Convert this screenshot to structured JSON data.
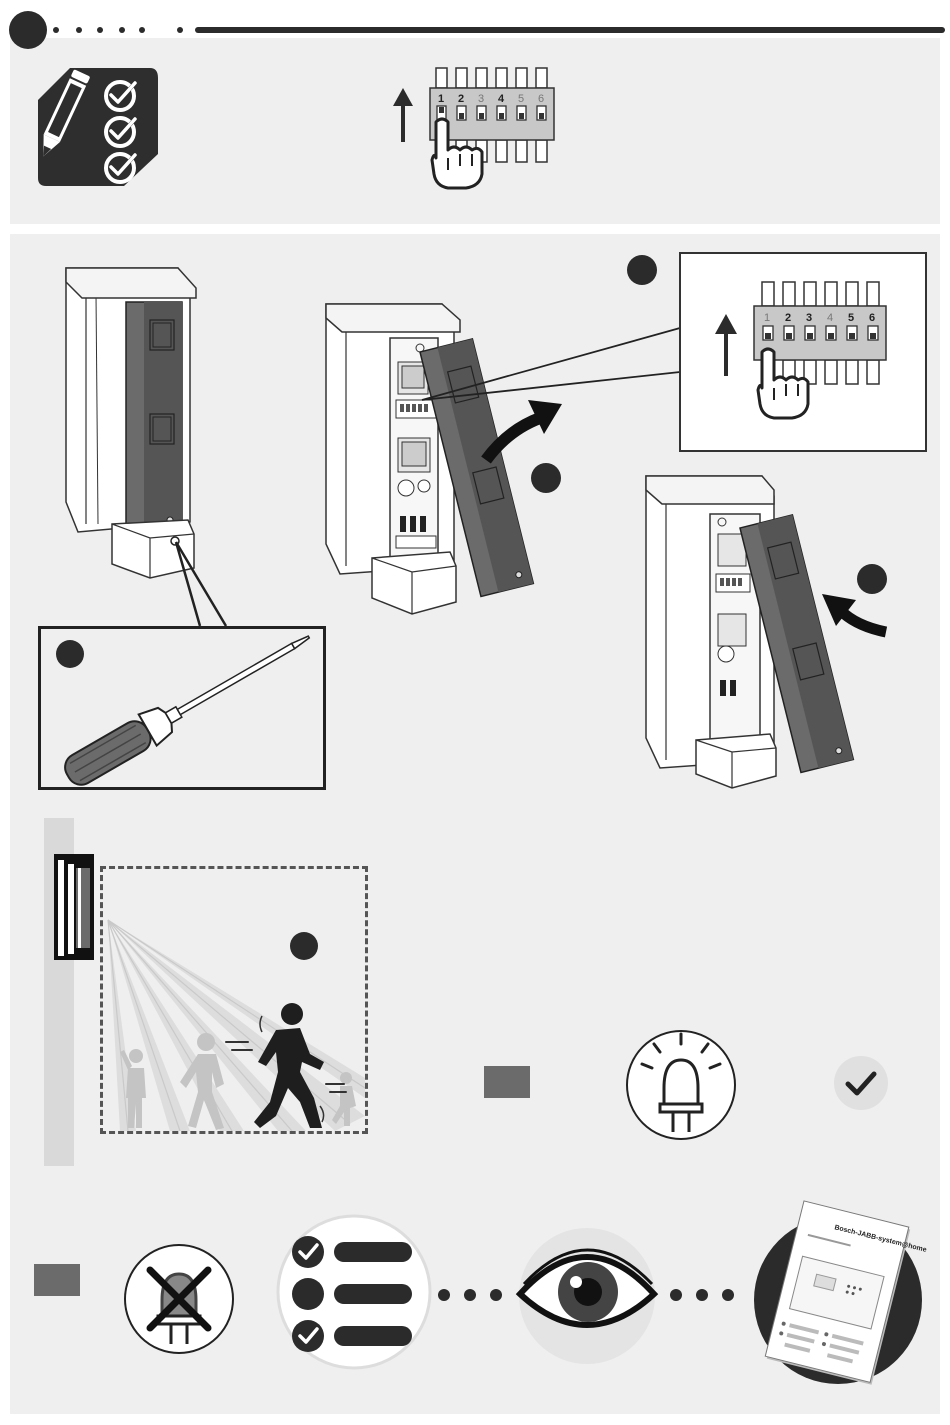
{
  "dip_switch_top": {
    "numbers": [
      "1",
      "2",
      "3",
      "4",
      "5",
      "6"
    ]
  },
  "dip_switch_callout": {
    "numbers": [
      "1",
      "2",
      "3",
      "4",
      "5",
      "6"
    ]
  },
  "manual": {
    "brand_text": "Bosch-JABB-system@home"
  },
  "colors": {
    "panel": "#efefef",
    "dark": "#333333",
    "mid_gray": "#6b6b6b",
    "light_gray": "#d9d9d9"
  },
  "icons": {
    "checklist": "pencil-checklist-icon",
    "hand": "pointing-hand-icon",
    "eye": "eye-icon",
    "led_on": "led-on-icon",
    "led_off": "led-off-icon",
    "check": "checkmark-icon"
  }
}
